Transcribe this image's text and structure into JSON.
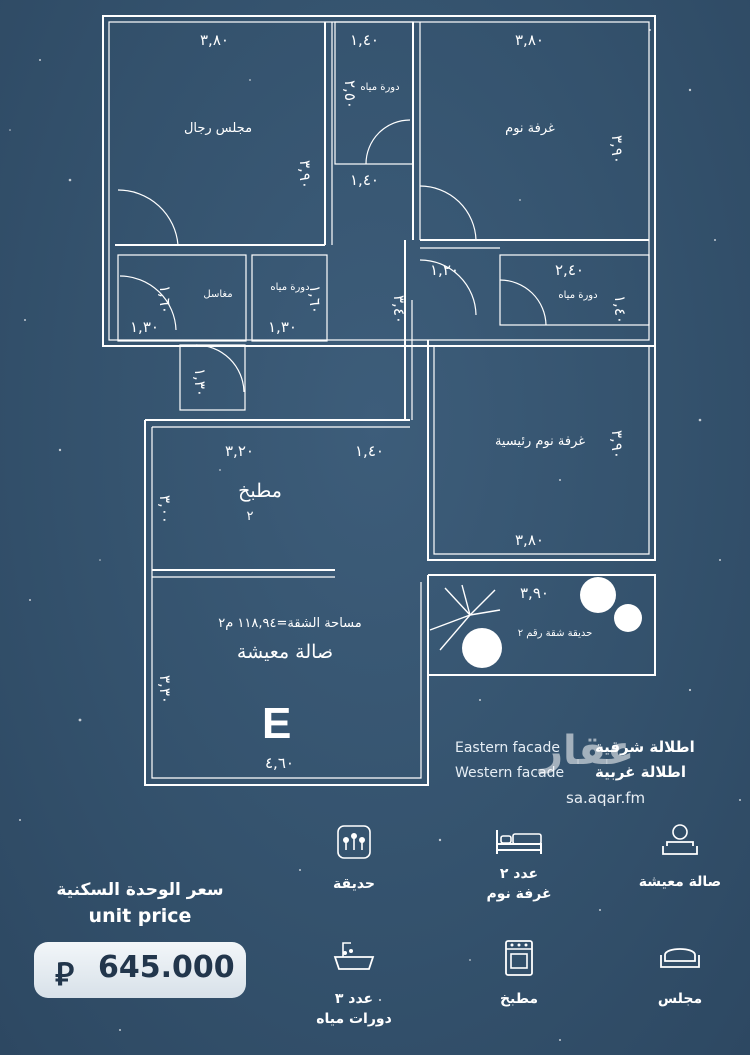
{
  "plan": {
    "unit_letter": "E",
    "rooms": {
      "majlis": "مجلس رجال",
      "bedroom1": "غرفة نوم",
      "bathroom1": "دورة مياه",
      "bathroom2": "دورة مياه",
      "bathroom3": "دورة مياه",
      "sinks": "مغاسل",
      "master_bedroom": "غرفة نوم رئيسية",
      "kitchen": "مطبخ",
      "kitchen_num": "٢",
      "living": "صالة معيشة",
      "area": "مساحة الشقة=١١٨,٩٤ م٢",
      "garden": "حديقة شقة رقم ٢"
    },
    "dimensions": {
      "majlis_width": "٣,٨٠",
      "majlis_height": "٣,٩٠",
      "bath1_width": "١,٤٠",
      "bath1_width_b": "١,٤٠",
      "bath1_height": "٢,٥٠",
      "bed1_width": "٣,٨٠",
      "bed1_height": "٣,٩٠",
      "corridor_width": "١,٢٠",
      "bath3_width": "٢,٤٠",
      "bath3_height": "١,٤٠",
      "corridor_height": "٣,٤٠",
      "sinks_width": "١,٣٠",
      "sinks_height": "١,٦٠",
      "bath2_width": "١,٣٠",
      "bath2_height": "١,٦٠",
      "passage_height": "١,٣٠",
      "kitchen_width": "٣,٢٠",
      "kitchen_width_b": "١,٤٠",
      "kitchen_height": "٣,٠٠",
      "master_height": "٣,٩٠",
      "master_width": "٣,٨٠",
      "garden_width": "٣,٩٠",
      "living_height": "٣,٣٠",
      "living_width": "٤,٦٠"
    }
  },
  "facades": {
    "east_en": "Eastern facade",
    "east_ar": "اطلالة شرقية",
    "west_en": "Western facade",
    "west_ar": "اطلالة غربية"
  },
  "brand": {
    "logo": "عقار",
    "url": "sa.aqar.fm"
  },
  "features": [
    {
      "icon": "garden-icon",
      "line1": "حديقة",
      "line2": ""
    },
    {
      "icon": "bed-icon",
      "line1": "عدد ٢",
      "line2": "غرفة نوم"
    },
    {
      "icon": "sofa-living-icon",
      "line1": "صالة معيشة",
      "line2": ""
    },
    {
      "icon": "bathtub-icon",
      "line1": "عدد ٣",
      "line2": "دورات مياه"
    },
    {
      "icon": "stove-icon",
      "line1": "مطبخ",
      "line2": ""
    },
    {
      "icon": "sofa-icon",
      "line1": "مجلس",
      "line2": ""
    }
  ],
  "price": {
    "label_ar": "سعر الوحدة السكنية",
    "label_en": "unit price",
    "value": "645.000",
    "currency_symbol": "⃁"
  },
  "colors": {
    "background": "#34526d",
    "lines": "#ffffff",
    "price_text": "#22364c"
  }
}
